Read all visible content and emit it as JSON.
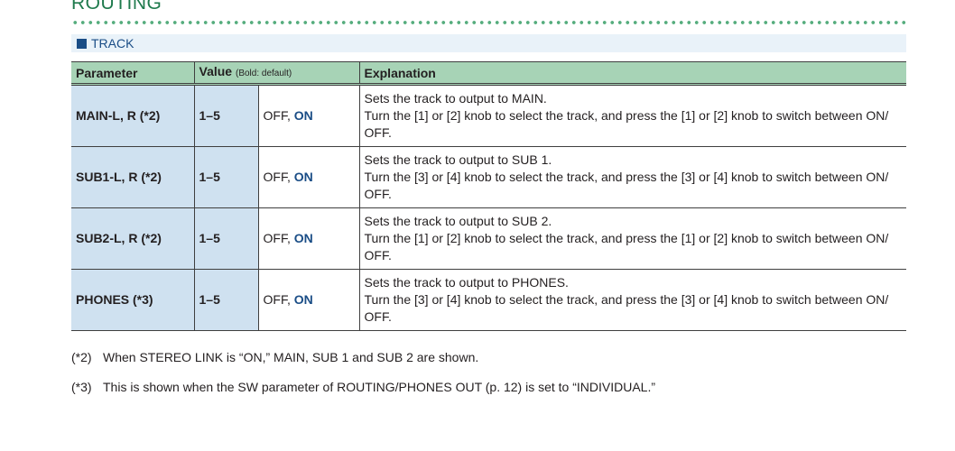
{
  "page": {
    "title": "ROUTING"
  },
  "section": {
    "label": "TRACK"
  },
  "table": {
    "headers": {
      "parameter": "Parameter",
      "value": "Value",
      "value_note": "(Bold: default)",
      "explanation": "Explanation"
    },
    "rows": [
      {
        "param": "MAIN-L, R (*2)",
        "range": "1–5",
        "value_off": "OFF,",
        "value_on": "ON",
        "explanation": [
          "Sets the track to output to MAIN.",
          "Turn the [1] or [2] knob to select the track, and press the [1] or [2] knob to switch between ON/ OFF."
        ]
      },
      {
        "param": "SUB1-L, R (*2)",
        "range": "1–5",
        "value_off": "OFF,",
        "value_on": "ON",
        "explanation": [
          "Sets the track to output to SUB 1.",
          "Turn the [3] or [4] knob to select the track, and press the [3] or [4] knob to switch between ON/ OFF."
        ]
      },
      {
        "param": "SUB2-L, R (*2)",
        "range": "1–5",
        "value_off": "OFF,",
        "value_on": "ON",
        "explanation": [
          "Sets the track to output to SUB 2.",
          "Turn the [1] or [2] knob to select the track, and press the [1] or [2] knob to switch between ON/ OFF."
        ]
      },
      {
        "param": "PHONES (*3)",
        "range": "1–5",
        "value_off": "OFF,",
        "value_on": "ON",
        "explanation": [
          "Sets the track to output to PHONES.",
          "Turn the [3] or [4] knob to select the track, and press the [3] or [4] knob to switch between ON/ OFF."
        ]
      }
    ]
  },
  "footnotes": [
    {
      "mark": "(*2)",
      "text": "When STEREO LINK is “ON,” MAIN, SUB 1 and SUB 2 are shown."
    },
    {
      "mark": "(*3)",
      "text": "This is shown when the SW parameter of ROUTING/PHONES OUT (p. 12) is set to “INDIVIDUAL.”"
    }
  ],
  "colors": {
    "title_green": "#1f7a4d",
    "header_green": "#a7d3b6",
    "param_blue": "#cfe1f0",
    "accent_blue": "#1a4d86"
  }
}
